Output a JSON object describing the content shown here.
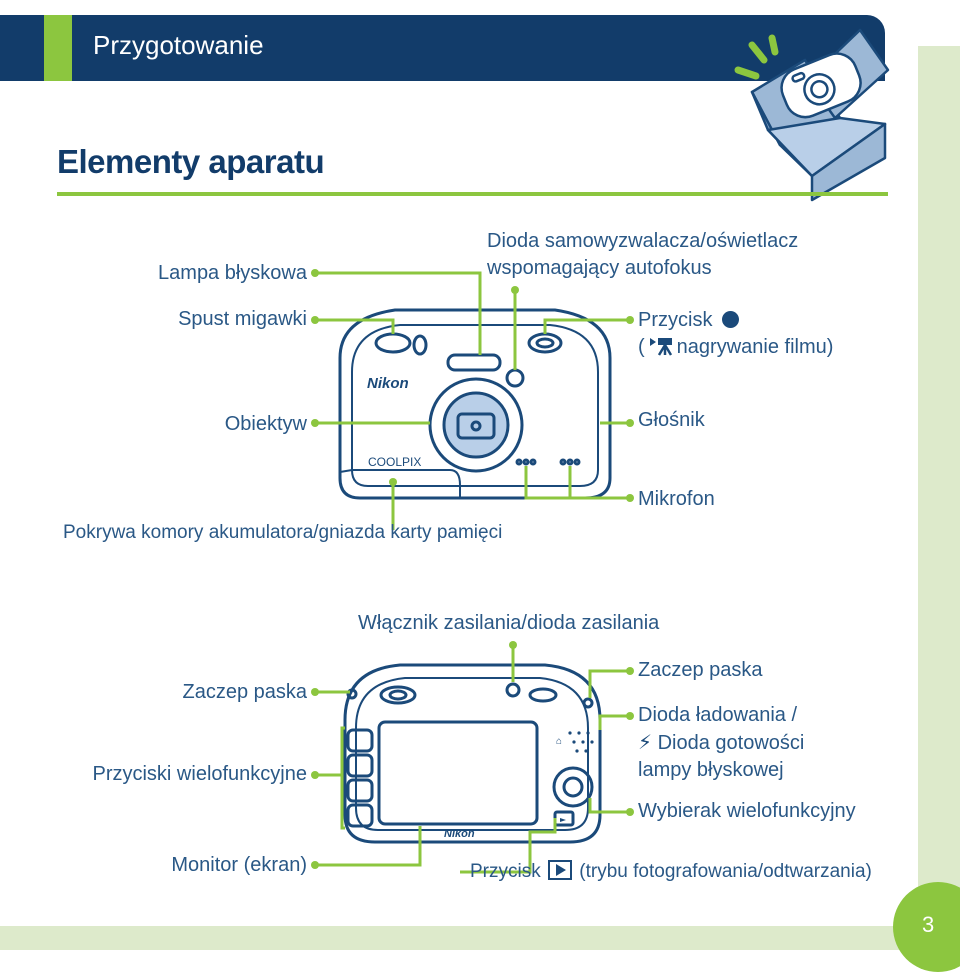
{
  "header": {
    "title": "Przygotowanie"
  },
  "section": {
    "title": "Elementy aparatu"
  },
  "front_labels": {
    "flash_lamp": "Lampa błyskowa",
    "shutter": "Spust migawki",
    "lens": "Obiektyw",
    "battery_cover": "Pokrywa komory akumulatora/gniazda karty pamięci",
    "self_timer_line1": "Dioda samowyzwalacza/oświetlacz",
    "self_timer_line2": "wspomagający autofokus",
    "movie_button_line1": "Przycisk",
    "movie_button_line2": "nagrywanie filmu)",
    "speaker": "Głośnik",
    "microphone": "Mikrofon",
    "brand": "Nikon",
    "model": "COOLPIX"
  },
  "back_labels": {
    "power_switch": "Włącznik zasilania/dioda zasilania",
    "strap_eyelet_left": "Zaczep paska",
    "strap_eyelet_right": "Zaczep paska",
    "multi_buttons": "Przyciski wielofunkcyjne",
    "monitor": "Monitor (ekran)",
    "charge_lamp_line1": "Dioda ładowania /",
    "charge_lamp_line2": "Dioda gotowości",
    "charge_lamp_line3": "lampy błyskowej",
    "multi_selector": "Wybierak wielofunkcyjny",
    "playback_button_prefix": "Przycisk",
    "playback_button_suffix": "(trybu fotografowania/odtwarzania)",
    "brand": "Nikon"
  },
  "page": {
    "number": "3"
  },
  "colors": {
    "navy": "#123c6a",
    "green": "#8cc63f",
    "lens_blue": "#b9cfe8",
    "pale_green": "#ddeacb"
  }
}
